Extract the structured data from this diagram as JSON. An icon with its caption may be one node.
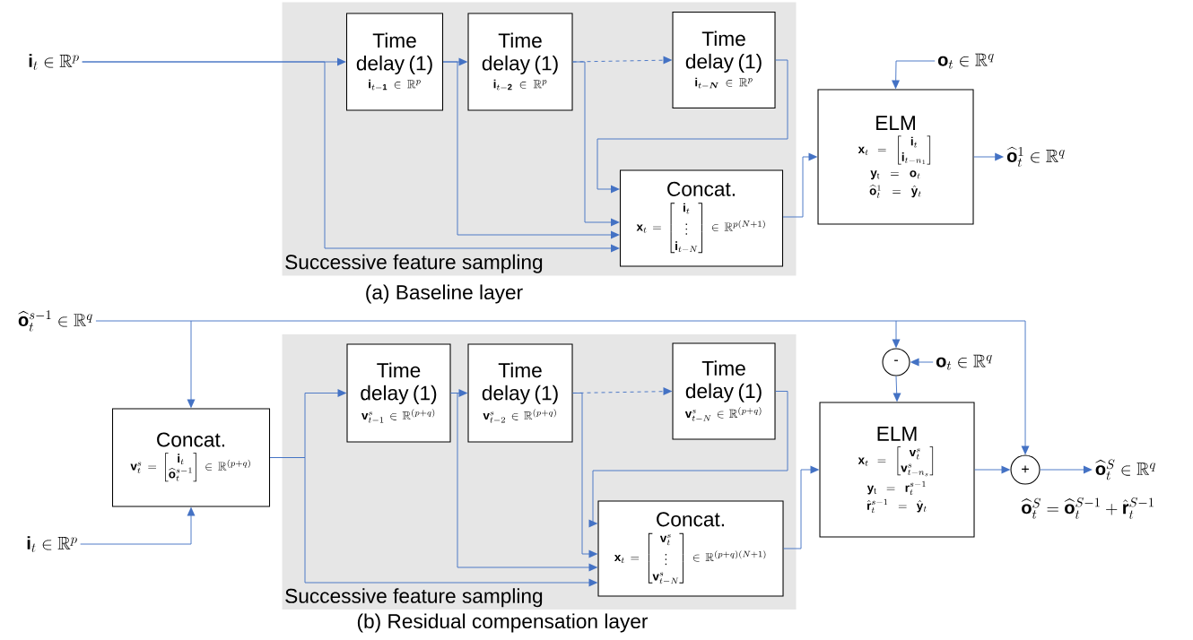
{
  "diagram": {
    "nodes": [
      {
        "text": [
          "\\mathbf{i}_t \\in \\mathbb{R}^p"
        ]
      },
      {
        "text": [
          "Successive feature sampling"
        ]
      },
      {
        "text": [
          "Time delay (1)",
          "\\mathbf{i}_{t-\\mathbf{1}} \\in \\mathbb{R}^p"
        ],
        "in": 1
      },
      {
        "text": [
          "Time delay (1)",
          "\\mathbf{i}_{t-\\mathbf{2}} \\in \\mathbb{R}^p"
        ],
        "in": 1
      },
      {
        "text": [
          "Time delay (1)",
          "\\mathbf{i}_{t-\\boldsymbol{N}} \\in \\mathbb{R}^p"
        ],
        "in": 1
      },
      {
        "text": [
          "Concat.",
          "\\mathbf{x}_t = \\begin{bmatrix}\\mathbf{i}_t\\\\ \\vdots\\\\ \\mathbf{i}_{t-N}\\end{bmatrix} \\in \\mathbb{R}^{p(N+1)}"
        ],
        "in": 1
      },
      {
        "text": [
          "\\mathbf{o}_t \\in \\mathbb{R}^q"
        ]
      },
      {
        "text": [
          "ELM",
          "\\mathbf{x}_t = \\begin{bmatrix}\\mathbf{i}_t\\\\ \\mathbf{i}_{t-n_1}\\end{bmatrix}",
          "\\mathbf{y}_{\\mathrm{t}} = \\mathbf{o}_t",
          "\\widehat{\\mathbf{o}}_t^1 = \\hat{\\mathbf{y}}_t"
        ]
      },
      {
        "text": [
          "\\widehat{\\mathbf{o}}_t^1 \\in \\mathbb{R}^q"
        ]
      },
      {
        "text": [
          "\\widehat{\\mathbf{o}}_t^{s-1} \\in \\mathbb{R}^q"
        ]
      },
      {
        "text": [
          "\\mathbf{i}_t \\in \\mathbb{R}^p"
        ]
      },
      {
        "text": [
          "Concat.",
          "\\mathbf{v}_t^s = \\begin{bmatrix}\\mathbf{i}_t\\\\ \\widehat{\\mathbf{o}}_t^{s-1}\\end{bmatrix} \\in \\mathbb{R}^{(p+q)}"
        ]
      },
      {
        "text": [
          "Successive feature sampling"
        ]
      },
      {
        "text": [
          "Time delay (1)",
          "\\mathbf{v}_{t-1}^s \\in \\mathbb{R}^{(p+q)}"
        ],
        "in": 12
      },
      {
        "text": [
          "Time delay (1)",
          "\\mathbf{v}_{t-2}^s \\in \\mathbb{R}^{(p+q)}"
        ],
        "in": 12
      },
      {
        "text": [
          "Time delay (1)",
          "\\mathbf{v}_{t-N}^s \\in \\mathbb{R}^{(p+q)}"
        ],
        "in": 12
      },
      {
        "text": [
          "Concat.",
          "\\mathbf{x}_t = \\begin{bmatrix}\\mathbf{v}_t^s\\\\ \\vdots\\\\ \\mathbf{v}_{t-N}^s\\end{bmatrix} \\in \\mathbb{R}^{(p+q)(N+1)}"
        ],
        "in": 12
      },
      {
        "text": [
          "-"
        ]
      },
      {
        "text": [
          "\\mathbf{o}_t \\in \\mathbb{R}^q"
        ]
      },
      {
        "text": [
          "ELM",
          "\\mathbf{x}_t = \\begin{bmatrix}\\mathbf{v}_t^s\\\\ \\mathbf{v}_{t-n_s}^s\\end{bmatrix}",
          "\\mathbf{y}_{\\mathrm{t}} = \\mathbf{r}_t^{s-1}",
          "\\hat{\\mathbf{r}}_t^{s-1} = \\hat{\\mathbf{y}}_t"
        ]
      },
      {
        "text": [
          "+"
        ]
      },
      {
        "text": [
          "\\widehat{\\mathbf{o}}_t^S \\in \\mathbb{R}^q"
        ],
        "beside": [
          "\\widehat{\\mathbf{o}}_t^S = \\widehat{\\mathbf{o}}_t^{S-1} + \\hat{\\mathbf{r}}_t^{S-1}"
        ]
      }
    ],
    "edges": [
      {
        "from": 0,
        "to": 2,
        "arrow": "to"
      },
      {
        "from": 2,
        "to": 3,
        "arrow": "to"
      },
      {
        "from": 3,
        "to": 4,
        "arrow": "to",
        "style": "dashed"
      },
      {
        "from": 0,
        "to": 5,
        "arrow": "to"
      },
      {
        "from": 2,
        "to": 5,
        "arrow": "to"
      },
      {
        "from": 3,
        "to": 5,
        "arrow": "to"
      },
      {
        "from": 4,
        "to": 5,
        "arrow": "to"
      },
      {
        "from": 5,
        "to": 7,
        "arrow": "to"
      },
      {
        "from": 6,
        "to": 7,
        "arrow": "to"
      },
      {
        "from": 7,
        "to": 8,
        "arrow": "to"
      },
      {
        "from": 9,
        "to": 11,
        "arrow": "to"
      },
      {
        "from": 9,
        "to": 17,
        "arrow": "to"
      },
      {
        "from": 9,
        "to": 20,
        "arrow": "to"
      },
      {
        "from": 10,
        "to": 11,
        "arrow": "to"
      },
      {
        "from": 11,
        "to": 13,
        "arrow": "to"
      },
      {
        "from": 13,
        "to": 14,
        "arrow": "to"
      },
      {
        "from": 14,
        "to": 15,
        "arrow": "to",
        "style": "dashed"
      },
      {
        "from": 11,
        "to": 16,
        "arrow": "to"
      },
      {
        "from": 13,
        "to": 16,
        "arrow": "to"
      },
      {
        "from": 14,
        "to": 16,
        "arrow": "to"
      },
      {
        "from": 15,
        "to": 16,
        "arrow": "to"
      },
      {
        "from": 16,
        "to": 19,
        "arrow": "to"
      },
      {
        "from": 18,
        "to": 17,
        "arrow": "to"
      },
      {
        "from": 17,
        "to": 19,
        "arrow": "to"
      },
      {
        "from": 19,
        "to": 20,
        "arrow": "to"
      },
      {
        "from": 20,
        "to": 21,
        "arrow": "to"
      }
    ],
    "labels": [
      "(a) Baseline layer",
      "(b) Residual compensation layer"
    ]
  }
}
